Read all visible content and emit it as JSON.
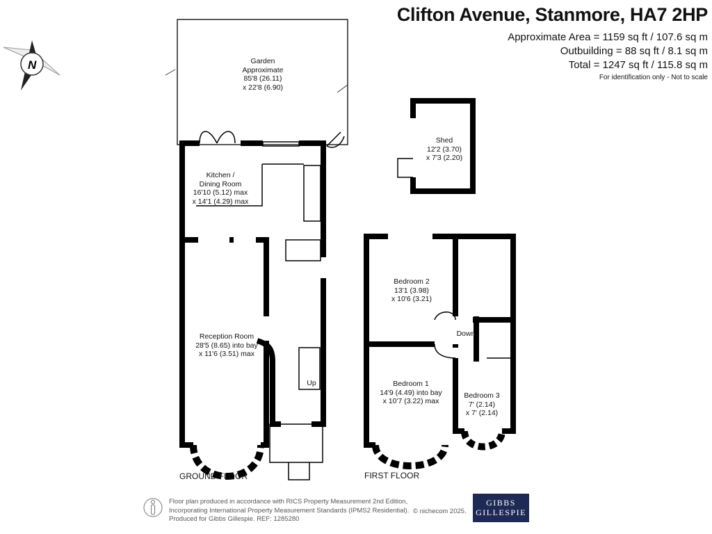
{
  "header": {
    "title": "Clifton Avenue, Stanmore, HA7 2HP",
    "area": "Approximate Area = 1159 sq ft / 107.6 sq m",
    "outbuilding": "Outbuilding = 88 sq ft / 8.1 sq m",
    "total": "Total = 1247 sq ft / 115.8 sq m",
    "note": "For identification only - Not to scale"
  },
  "compass": {
    "label": "N"
  },
  "rooms": {
    "garden": [
      "Garden",
      "Approximate",
      "85'8 (26.11)",
      "x 22'8 (6.90)"
    ],
    "shed": [
      "Shed",
      "12'2 (3.70)",
      "x 7'3 (2.20)"
    ],
    "kitchen": [
      "Kitchen /",
      "Dining Room",
      "16'10 (5.12) max",
      "x 14'1 (4.29) max"
    ],
    "reception": [
      "Reception Room",
      "28'5 (8.65) into bay",
      "x 11'6 (3.51) max"
    ],
    "bedroom2": [
      "Bedroom 2",
      "13'1 (3.98)",
      "x 10'6 (3.21)"
    ],
    "bedroom1": [
      "Bedroom 1",
      "14'9 (4.49) into bay",
      "x 10'7 (3.22) max"
    ],
    "bedroom3": [
      "Bedroom 3",
      "7' (2.14)",
      "x 7' (2.14)"
    ],
    "up": "Up",
    "down": "Down"
  },
  "floors": {
    "ground": "GROUND FLOOR",
    "first": "FIRST FLOOR"
  },
  "footer": {
    "lines": [
      "Floor plan produced in accordance with RICS Property Measurement 2nd Edition,",
      "Incorporating International Property Measurement Standards (IPMS2 Residential).",
      "Produced for Gibbs Gillespie.   REF: 1285280"
    ],
    "copyright": "© nichecom 2025.",
    "logo": [
      "GIBBS",
      "GILLESPIE"
    ]
  }
}
